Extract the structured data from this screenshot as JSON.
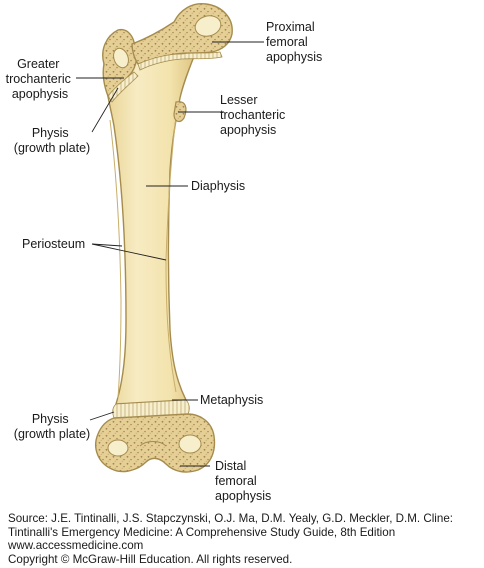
{
  "labels": {
    "proximal_femoral_apophysis": [
      "Proximal",
      "femoral",
      "apophysis"
    ],
    "greater_trochanteric_apophysis": [
      "Greater",
      "trochanteric",
      "apophysis"
    ],
    "lesser_trochanteric_apophysis": [
      "Lesser",
      "trochanteric",
      "apophysis"
    ],
    "physis_upper": [
      "Physis",
      "(growth plate)"
    ],
    "diaphysis": "Diaphysis",
    "periosteum": "Periosteum",
    "metaphysis": "Metaphysis",
    "physis_lower": [
      "Physis",
      "(growth plate)"
    ],
    "distal_femoral_apophysis": [
      "Distal",
      "femoral",
      "apophysis"
    ]
  },
  "source": {
    "line1": "Source: J.E. Tintinalli, J.S. Stapczynski, O.J. Ma, D.M. Yealy, G.D. Meckler, D.M. Cline:",
    "line2": "Tintinalli's Emergency Medicine: A Comprehensive Study Guide, 8th Edition",
    "line3": "www.accessmedicine.com",
    "line4": "Copyright © McGraw-Hill Education.  All rights reserved."
  },
  "colors": {
    "bone_shaft": "#f3e3ad",
    "bone_outline": "#a58c4e",
    "apophysis": "#e6cf95",
    "spongy_dots": "#9f8552",
    "physis": "#f7efcc"
  }
}
